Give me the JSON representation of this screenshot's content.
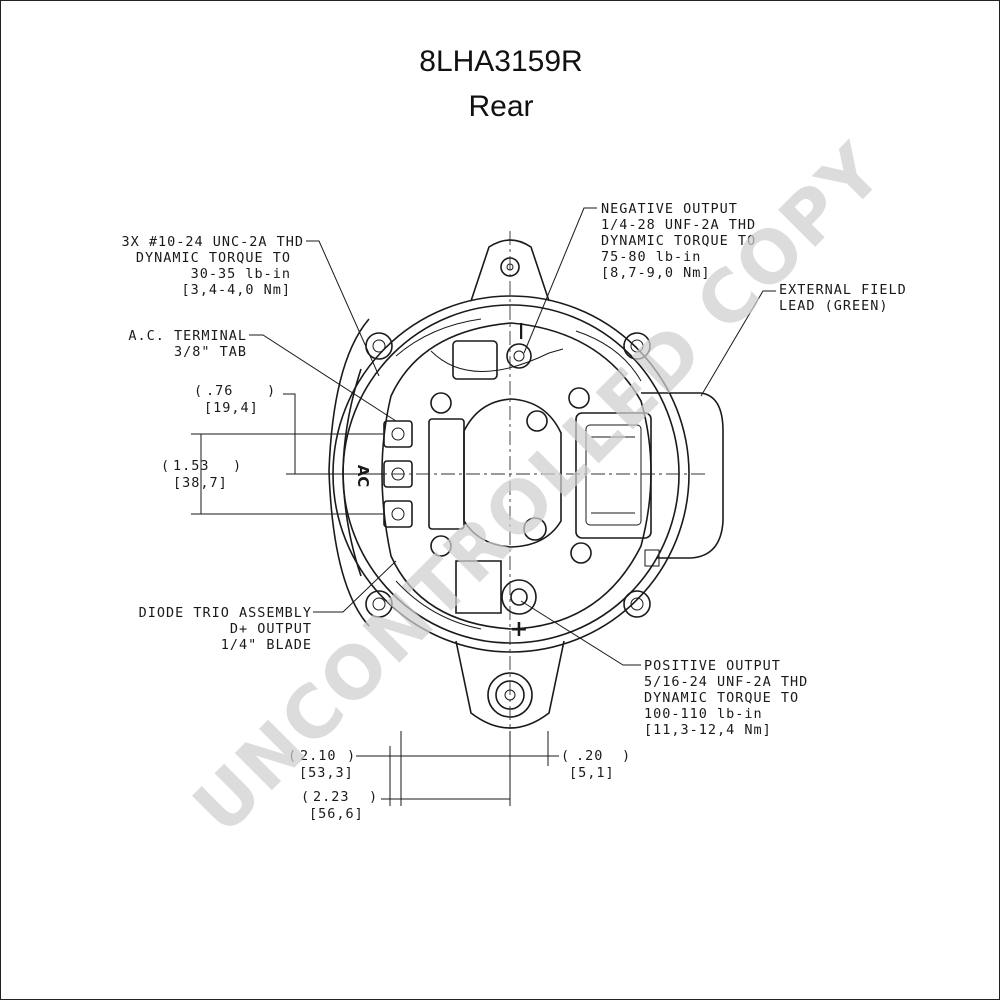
{
  "title": "8LHA3159R",
  "subtitle": "Rear",
  "watermark": "UNCONTROLLED COPY",
  "callouts": {
    "mount_thread": [
      "3X #10-24 UNC-2A THD",
      "DYNAMIC TORQUE TO",
      "30-35 lb-in",
      "[3,4-4,0 Nm]"
    ],
    "ac_terminal": [
      "A.C. TERMINAL",
      "3/8\" TAB"
    ],
    "diode_trio": [
      "DIODE TRIO ASSEMBLY",
      "D+ OUTPUT",
      "1/4\" BLADE"
    ],
    "negative_output": [
      "NEGATIVE OUTPUT",
      "1/4-28 UNF-2A THD",
      "DYNAMIC TORQUE TO",
      "75-80 lb-in",
      "[8,7-9,0 Nm]"
    ],
    "external_field": [
      "EXTERNAL FIELD",
      "LEAD (GREEN)"
    ],
    "positive_output": [
      "POSITIVE OUTPUT",
      "5/16-24 UNF-2A THD",
      "DYNAMIC TORQUE TO",
      "100-110 lb-in",
      "[11,3-12,4 Nm]"
    ]
  },
  "dimensions": {
    "d076": [
      ".76",
      "[19,4]"
    ],
    "d153": [
      "1.53",
      "[38,7]"
    ],
    "d210": [
      "2.10",
      "[53,3]"
    ],
    "d223": [
      "2.23",
      "[56,6]"
    ],
    "d020": [
      ".20",
      "[5,1]"
    ]
  },
  "housing_marks": {
    "ac": "AC",
    "neg": "—",
    "pos": "+"
  }
}
